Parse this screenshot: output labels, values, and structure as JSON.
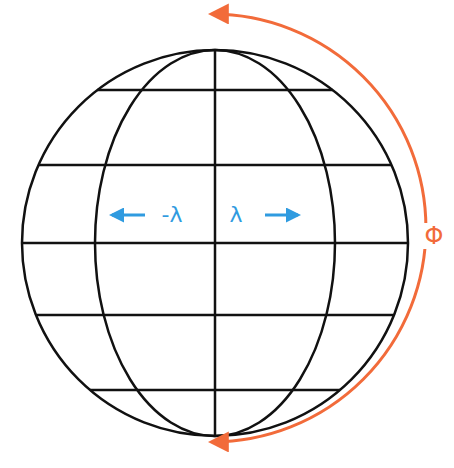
{
  "diagram": {
    "labels": [
      "-λ",
      "λ",
      "Φ"
    ]
  }
}
